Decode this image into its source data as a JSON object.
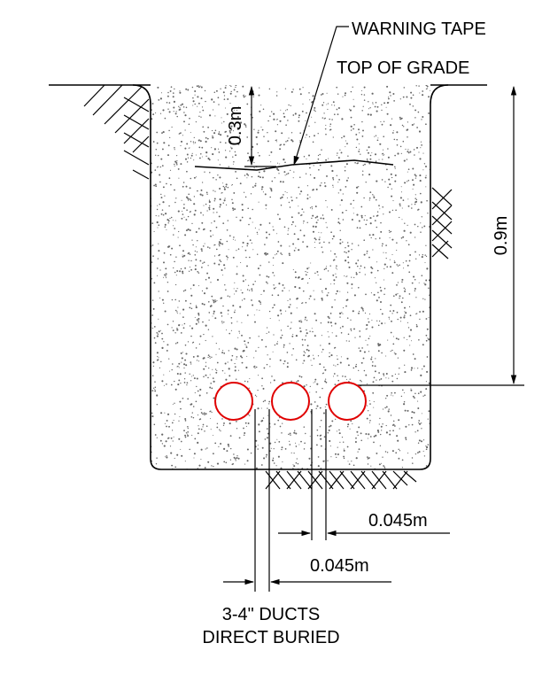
{
  "labels": {
    "warning_tape": "WARNING TAPE",
    "top_of_grade": "TOP OF GRADE",
    "depth_tape": "0.3m",
    "depth_trench": "0.9m",
    "spacing_1": "0.045m",
    "spacing_2": "0.045m",
    "ducts_line1": "3-4\" DUCTS",
    "ducts_line2": "DIRECT BURIED"
  },
  "colors": {
    "duct": "#e00000",
    "line": "#000000",
    "fill_speckle": "#666666"
  },
  "duct_count": 3
}
